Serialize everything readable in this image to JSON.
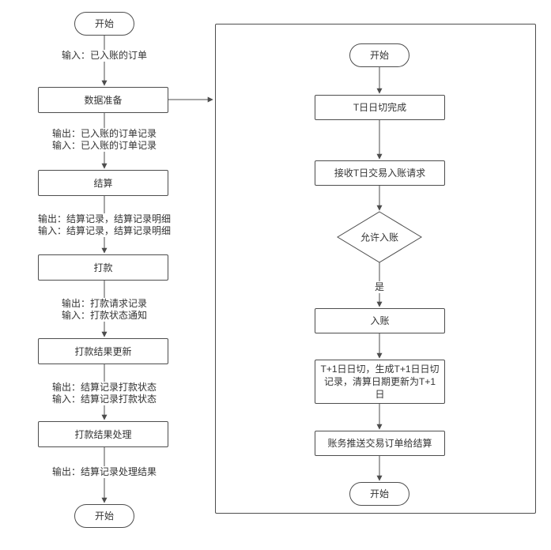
{
  "colors": {
    "stroke": "#4d4d4d",
    "text": "#333333",
    "background": "#ffffff"
  },
  "left": {
    "nodes": {
      "start": {
        "label": "开始"
      },
      "step1": {
        "label": "数据准备"
      },
      "step2": {
        "label": "结算"
      },
      "step3": {
        "label": "打款"
      },
      "step4": {
        "label": "打款结果更新"
      },
      "step5": {
        "label": "打款结果处理"
      },
      "end": {
        "label": "开始"
      }
    },
    "edges": {
      "e1": {
        "line1": "输入：已入账的订单"
      },
      "e2": {
        "line1": "输出：已入账的订单记录",
        "line2": "输入：已入账的订单记录"
      },
      "e3": {
        "line1": "输出：结算记录，结算记录明细",
        "line2": "输入：结算记录，结算记录明细"
      },
      "e4": {
        "line1": "输出：打款请求记录",
        "line2": "输入：打款状态通知"
      },
      "e5": {
        "line1": "输出：结算记录打款状态",
        "line2": "输入：结算记录打款状态"
      },
      "e6": {
        "line1": "输出：结算记录处理结果"
      }
    }
  },
  "right": {
    "nodes": {
      "start": {
        "label": "开始"
      },
      "step1": {
        "label": "T日日切完成"
      },
      "step2": {
        "label": "接收T日交易入账请求"
      },
      "decision": {
        "label": "允许入账"
      },
      "step3": {
        "label": "入账"
      },
      "step4": {
        "label": "T+1日日切，生成T+1日日切记录，清算日期更新为T+1日"
      },
      "step5": {
        "label": "账务推送交易订单给结算"
      },
      "end": {
        "label": "开始"
      }
    },
    "edges": {
      "yes": {
        "label": "是"
      }
    }
  }
}
